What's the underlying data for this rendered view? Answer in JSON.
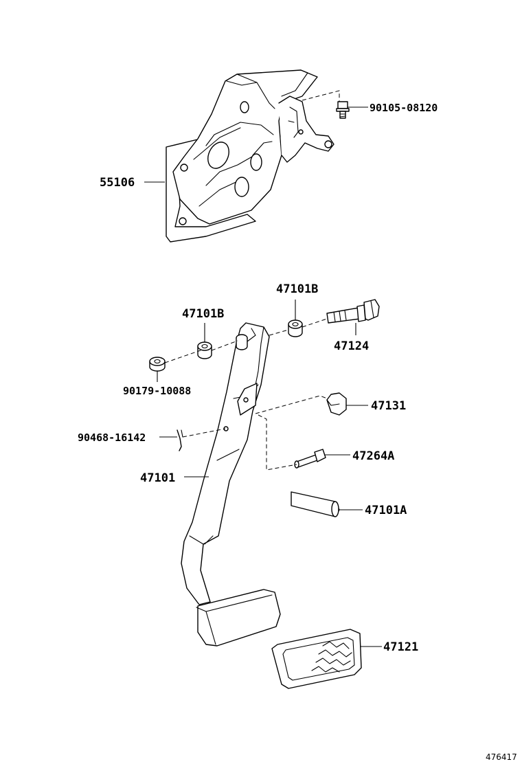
{
  "diagram": {
    "reference_number": "476417",
    "parts": [
      {
        "id": "p1",
        "label": "90105-08120"
      },
      {
        "id": "p2",
        "label": "55106"
      },
      {
        "id": "p3",
        "label": "47101B"
      },
      {
        "id": "p4",
        "label": "47101B"
      },
      {
        "id": "p5",
        "label": "47124"
      },
      {
        "id": "p6",
        "label": "90179-10088"
      },
      {
        "id": "p7",
        "label": "47131"
      },
      {
        "id": "p8",
        "label": "90468-16142"
      },
      {
        "id": "p9",
        "label": "47264A"
      },
      {
        "id": "p10",
        "label": "47101"
      },
      {
        "id": "p11",
        "label": "47101A"
      },
      {
        "id": "p12",
        "label": "47121"
      }
    ]
  }
}
